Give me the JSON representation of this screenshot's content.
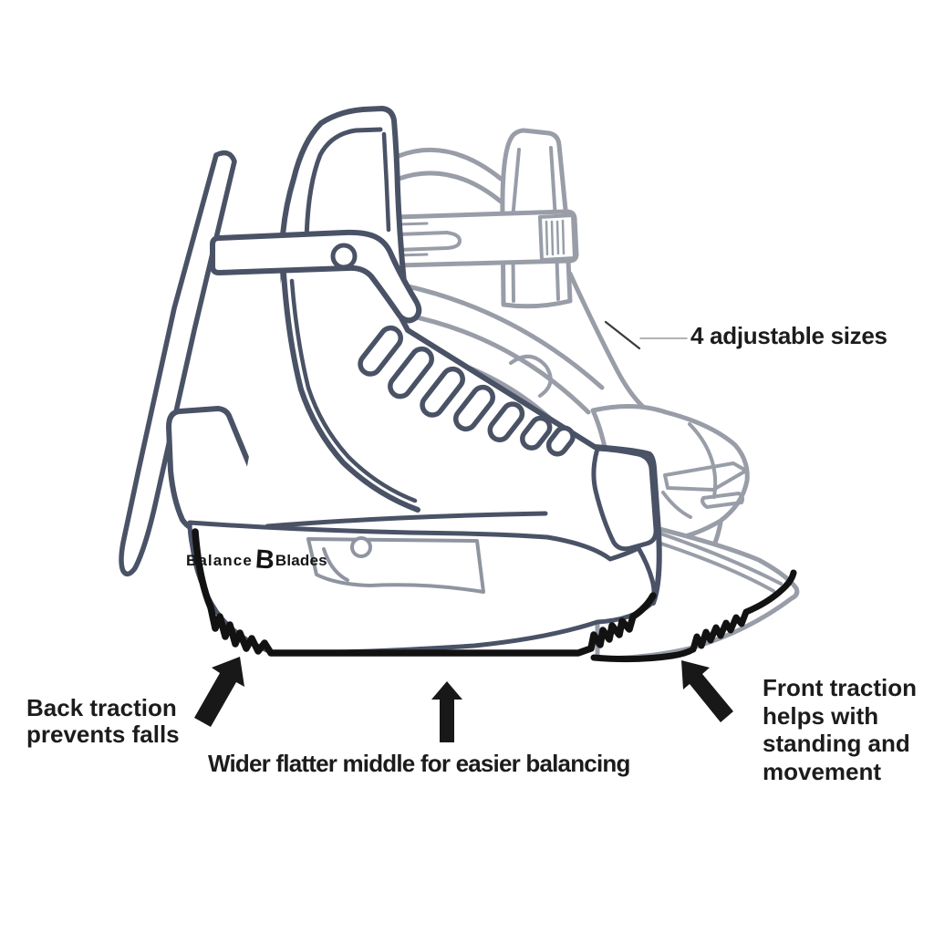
{
  "logo": {
    "word_left": "Balance",
    "monogram": "B",
    "word_right": "Blades"
  },
  "annotations": {
    "adjustable": {
      "text": "4 adjustable sizes",
      "connector": "leader-line"
    },
    "back": {
      "line1": "Back traction",
      "line2": "prevents falls",
      "arrow": "up-right"
    },
    "middle": {
      "text": "Wider flatter middle for easier balancing",
      "arrow": "up"
    },
    "front": {
      "line1": "Front traction",
      "line2": "helps with",
      "line3": "standing and",
      "line4": "movement",
      "arrow": "up-left"
    }
  },
  "colors": {
    "front_skate_outline": "#4a5266",
    "back_skate_outline": "#989da8",
    "traction_black": "#121212",
    "text": "#1c1c1c",
    "background": "#ffffff"
  },
  "icons": {
    "arrow_back": "up-right-arrow",
    "arrow_middle": "up-arrow",
    "arrow_front": "up-left-arrow",
    "leader": "leader-line"
  }
}
